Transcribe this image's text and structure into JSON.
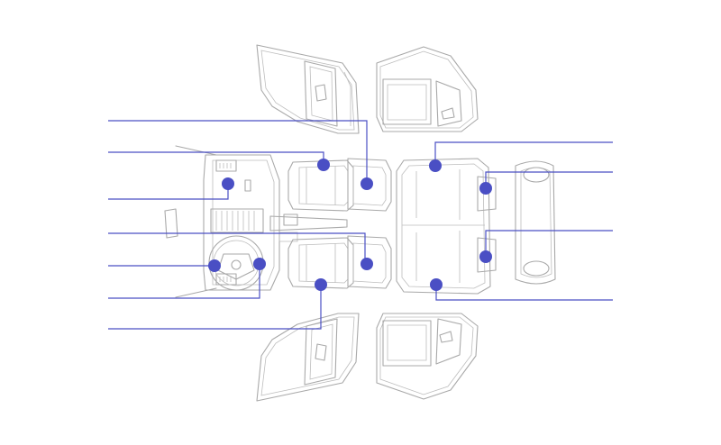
{
  "colors": {
    "accent": "#4a4fc4",
    "outline": "#a9a9a9",
    "background": "#ffffff"
  },
  "callouts": [
    {
      "id": "front-door-left-switch"
    },
    {
      "id": "driver-seat-front"
    },
    {
      "id": "passenger-seat-cushion-upper"
    },
    {
      "id": "dashboard-panel"
    },
    {
      "id": "passenger-seat-cushion-lower"
    },
    {
      "id": "steering-wheel-left"
    },
    {
      "id": "steering-wheel-right"
    },
    {
      "id": "driver-seat-lower"
    },
    {
      "id": "rear-seat-upper"
    },
    {
      "id": "rear-seat-side-upper"
    },
    {
      "id": "rear-seat-side-lower"
    },
    {
      "id": "rear-seat-lower"
    }
  ]
}
